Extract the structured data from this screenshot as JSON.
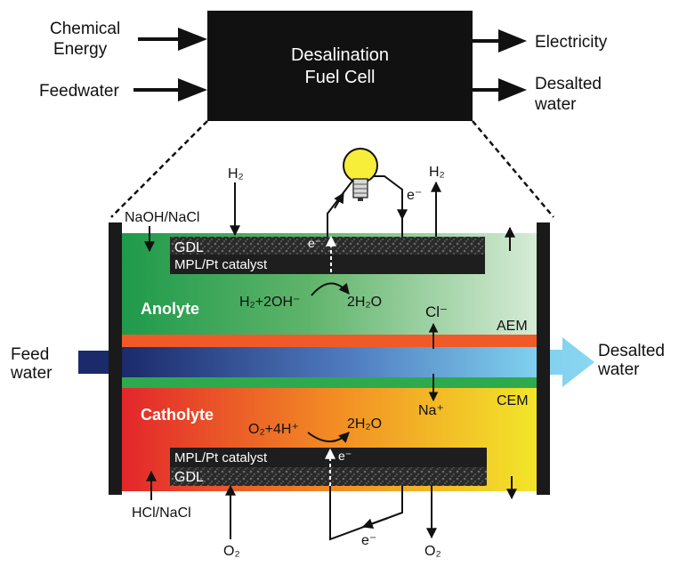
{
  "top_box": {
    "line1": "Desalination",
    "line2": "Fuel Cell"
  },
  "inputs": {
    "chemical_line1": "Chemical",
    "chemical_line2": "Energy",
    "feedwater": "Feedwater"
  },
  "outputs": {
    "electricity": "Electricity",
    "desalted_line1": "Desalted",
    "desalted_line2": "water"
  },
  "cell": {
    "naoh_nacl": "NaOH/NaCl",
    "hcl_nacl": "HCl/NaCl",
    "h2_in": "H₂",
    "h2_out": "H₂",
    "o2_in": "O₂",
    "o2_out": "O₂",
    "gdl_top": "GDL",
    "mpl_top": "MPL/Pt catalyst",
    "gdl_bottom": "GDL",
    "mpl_bottom": "MPL/Pt catalyst",
    "anolyte": "Anolyte",
    "catholyte": "Catholyte",
    "anode_reactant": "H₂+2OH⁻",
    "anode_product": "2H₂O",
    "cathode_reactant": "O₂+4H⁺",
    "cathode_product": "2H₂O",
    "electron": "e⁻",
    "chloride": "Cl⁻",
    "sodium": "Na⁺",
    "aem": "AEM",
    "cem": "CEM",
    "feed_line1": "Feed",
    "feed_line2": "water",
    "desalted_line1": "Desalted",
    "desalted_line2": "water"
  },
  "colors": {
    "anolyte_green": "#1f9a4a",
    "catholyte_red": "#e3262b",
    "catholyte_yellow": "#f2e629",
    "aem_orange": "#f05a28",
    "cem_green": "#2eaa4e",
    "feed_navy": "#1b2a6b",
    "feed_lightblue": "#7fd0ee",
    "bulb_yellow": "#f7ee3a"
  }
}
